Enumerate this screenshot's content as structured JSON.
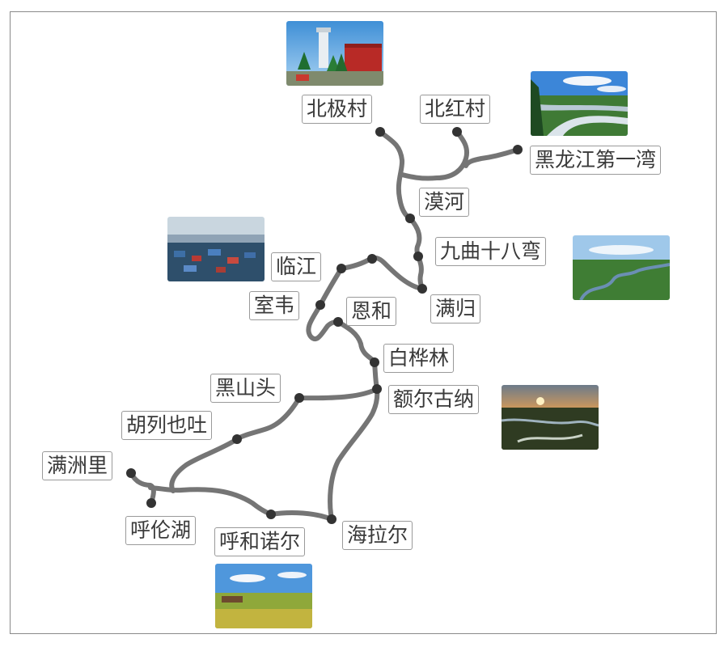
{
  "places": {
    "beiji": "北极村",
    "beihong": "北红村",
    "heilongjiang": "黑龙江第一湾",
    "mohe": "漠河",
    "jiuqu": "九曲十八弯",
    "linjiang": "临江",
    "shiwei": "室韦",
    "manggui": "满归",
    "enhe": "恩和",
    "baihualin": "白桦林",
    "heishantou": "黑山头",
    "erguna": "额尔古纳",
    "hulieyetu": "胡列也吐",
    "manzhouli": "满洲里",
    "hulunhu": "呼伦湖",
    "huhenuoer": "呼和诺尔",
    "hailaer": "海拉尔"
  },
  "photos": [
    {
      "name": "beiji-photo-lighthouse",
      "subject": "北极村"
    },
    {
      "name": "heilongjiang-photo-river-bend",
      "subject": "黑龙江第一湾"
    },
    {
      "name": "linjiang-photo-village",
      "subject": "临江"
    },
    {
      "name": "jiuqu-photo-meander",
      "subject": "九曲十八弯"
    },
    {
      "name": "erguna-photo-sunset",
      "subject": "额尔古纳"
    },
    {
      "name": "huhenuoer-photo-grassland",
      "subject": "呼和诺尔"
    }
  ],
  "colors": {
    "route": "#757575",
    "node": "#333333",
    "label_border": "#9a9a9a",
    "frame": "#8a8a8a"
  }
}
